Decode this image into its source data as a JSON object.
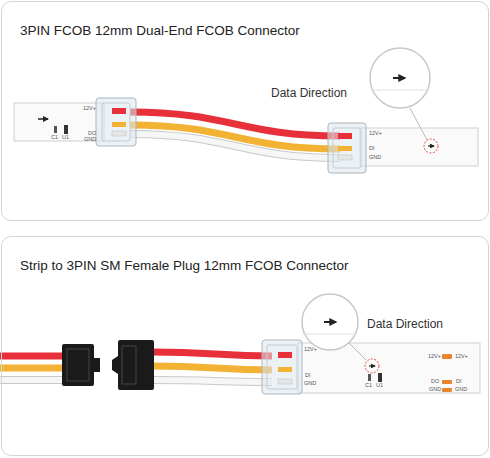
{
  "diagram": {
    "nodes": [
      {
        "text": [
          "3PIN FCOB 12mm Dual-End FCOB Connector"
        ]
      },
      {
        "text": [
          "Strip to 3PIN SM Female Plug 12mm FCOB Connector"
        ]
      }
    ],
    "labels": [
      "Data Direction",
      "12V+",
      "DO",
      "GND",
      "12V+",
      "DI",
      "GND",
      "C1",
      "U1",
      "Data Direction",
      "12V+",
      "DI",
      "GND",
      "12V+",
      "12V+",
      "DO",
      "DI",
      "GND",
      "GND",
      "C1",
      "U1"
    ]
  }
}
